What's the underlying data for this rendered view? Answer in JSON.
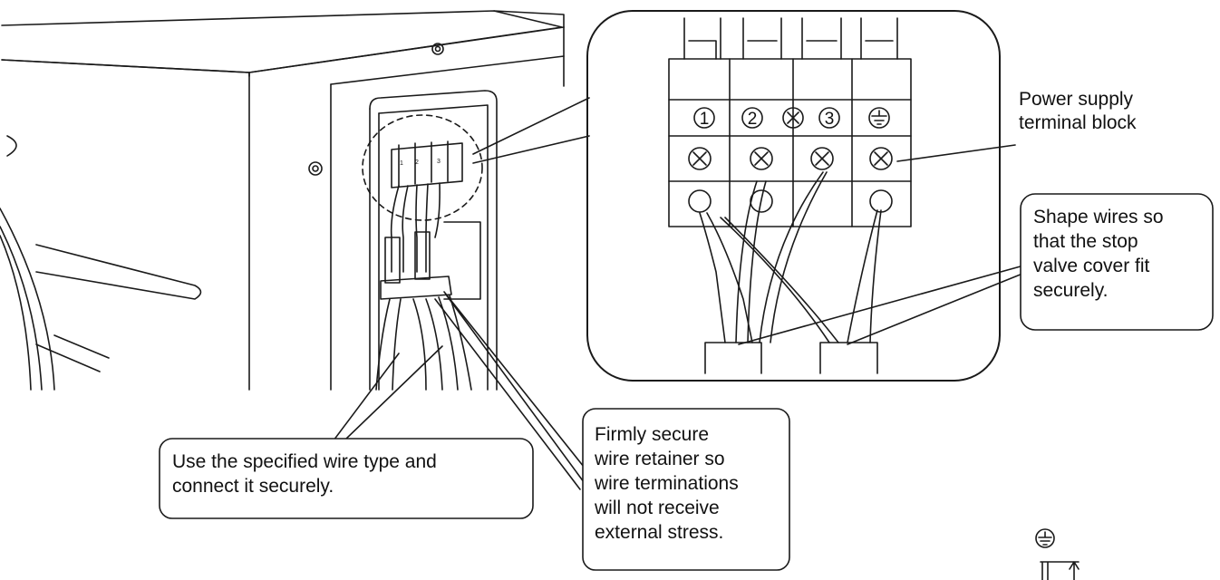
{
  "labels": {
    "terminal_block": "Power supply\nterminal block",
    "shape_wires": "Shape wires so\nthat the stop\nvalve cover fit\nsecurely.",
    "wire_type": "Use the specified wire type and\nconnect it securely.",
    "retainer": "Firmly secure\nwire retainer so\nwire terminations\nwill not receive\nexternal stress."
  },
  "terminals": [
    "1",
    "2",
    "3"
  ],
  "small_terminal_marks": [
    "1",
    "2",
    "3"
  ]
}
